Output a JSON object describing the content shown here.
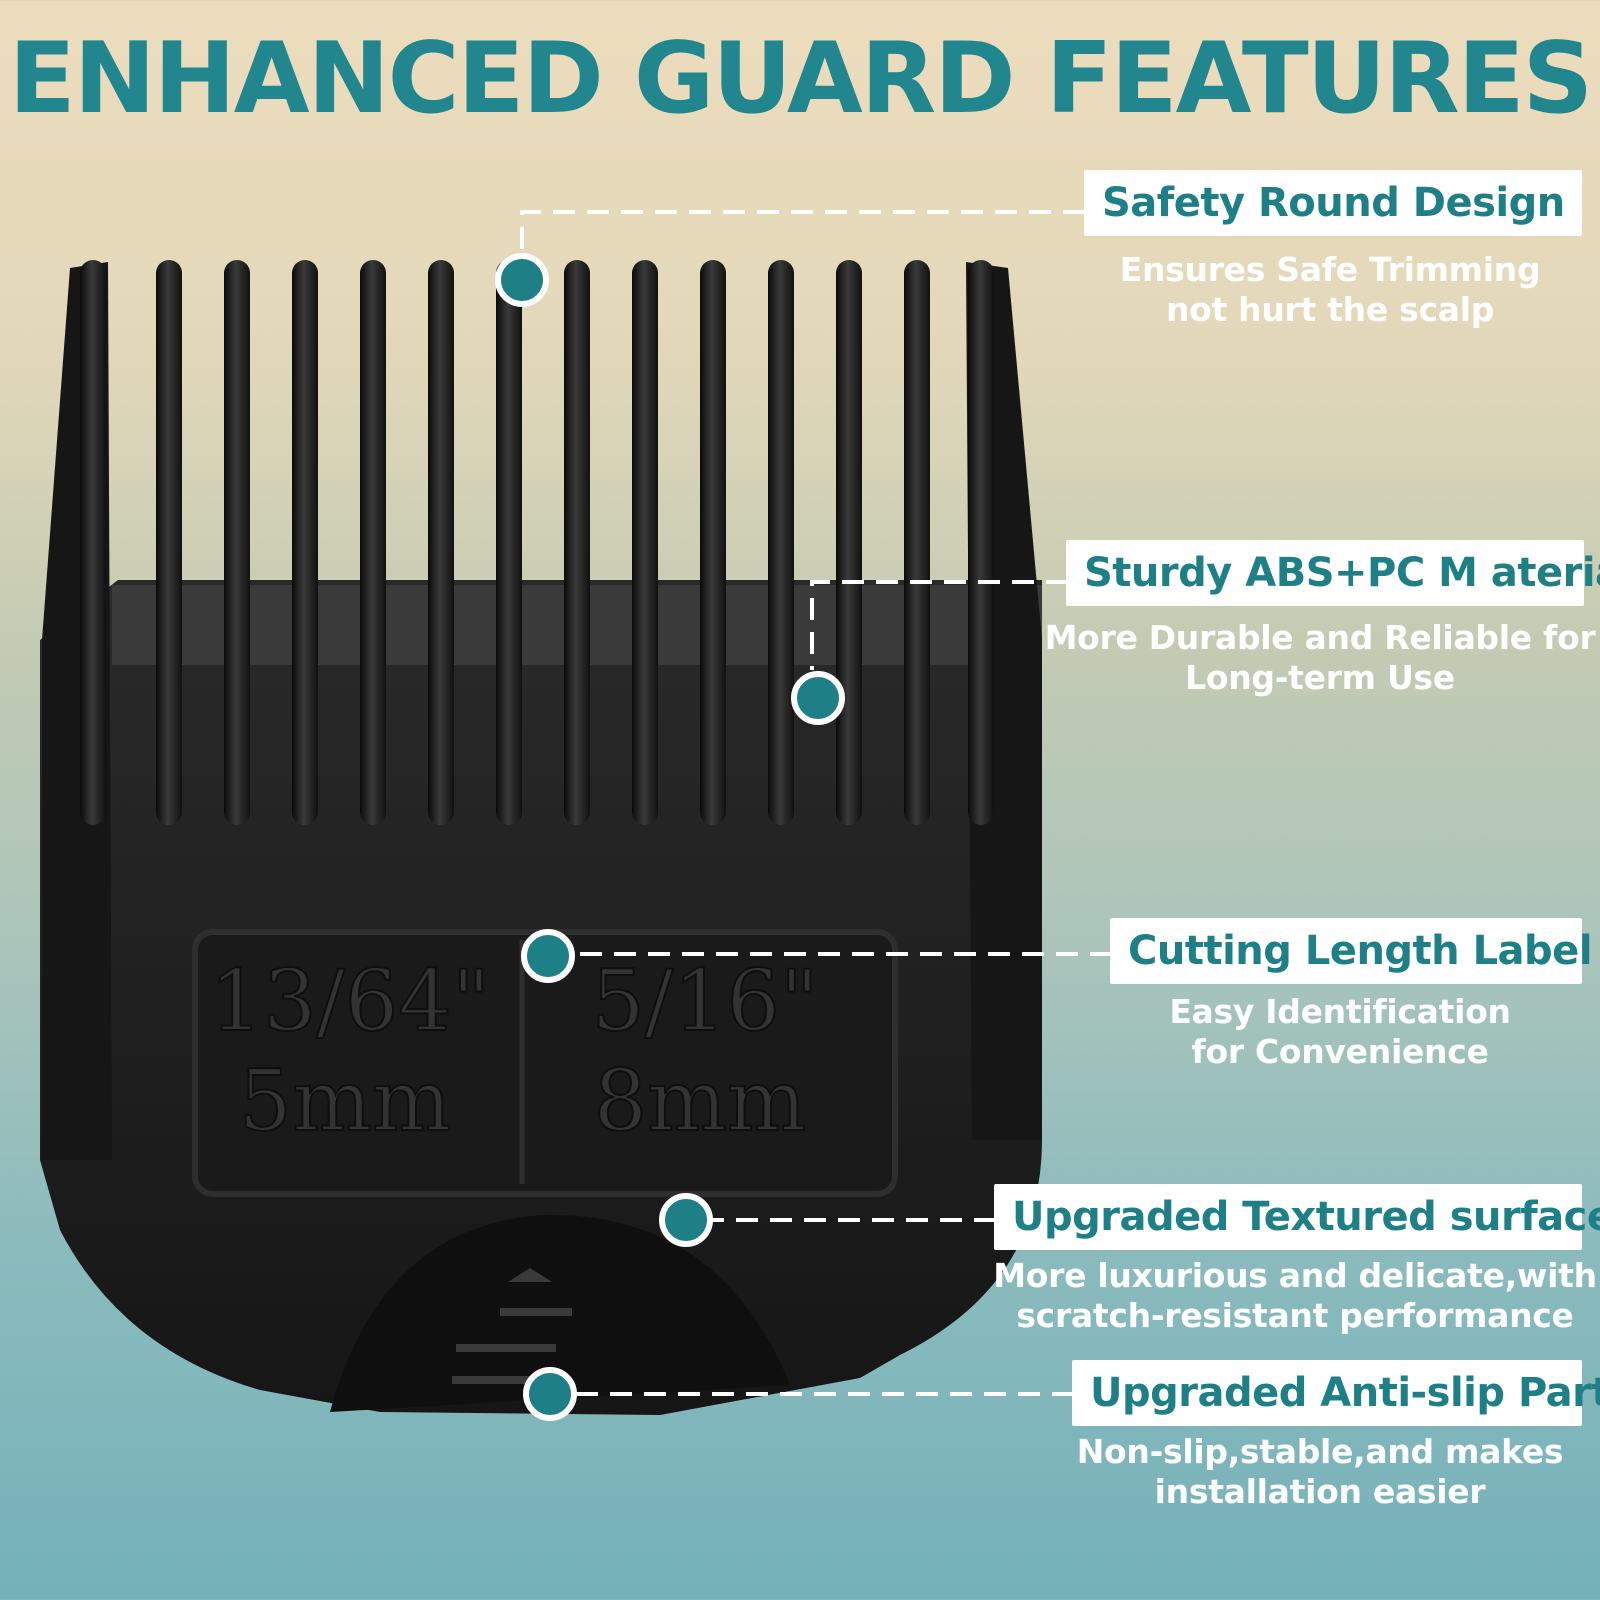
{
  "title": "ENHANCED GUARD FEATURES",
  "guard_label": {
    "left_fraction": "13/64\"",
    "left_metric": "5mm",
    "right_fraction": "5/16\"",
    "right_metric": "8mm"
  },
  "callouts": [
    {
      "title": "Safety Round Design",
      "desc_line1": "Ensures Safe Trimming",
      "desc_line2": "not hurt the scalp"
    },
    {
      "title": "Sturdy ABS+PC M aterial",
      "desc_line1": "More Durable and Reliable for",
      "desc_line2": "Long-term Use"
    },
    {
      "title": "Cutting Length Label",
      "desc_line1": "Easy Identification",
      "desc_line2": "for Convenience"
    },
    {
      "title": "Upgraded Textured surface",
      "desc_line1": "More luxurious and delicate,with",
      "desc_line2": "scratch-resistant performance"
    },
    {
      "title": "Upgraded Anti-slip Part",
      "desc_line1": "Non-slip,stable,and makes",
      "desc_line2": "installation easier"
    }
  ],
  "colors": {
    "accent_teal": "#21868d",
    "marker_teal": "#1e7f86",
    "guard_black": "#1c1c1c",
    "label_bg": "#ffffff",
    "desc_text": "#ffffff"
  }
}
